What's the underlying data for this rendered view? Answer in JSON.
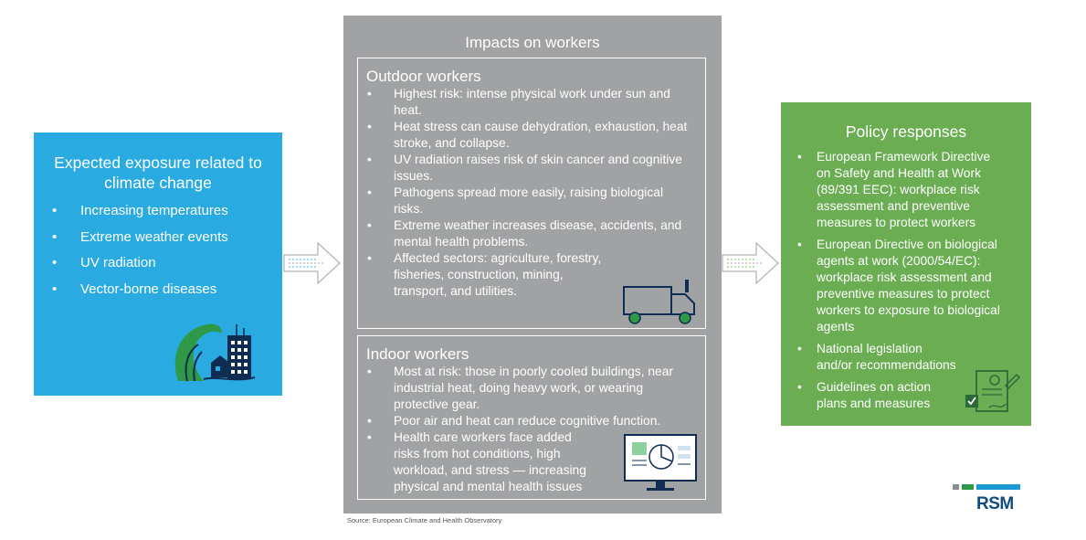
{
  "exposure": {
    "title": "Expected exposure related to climate change",
    "items": [
      "Increasing temperatures",
      "Extreme weather events",
      "UV radiation",
      "Vector-borne diseases"
    ]
  },
  "impacts": {
    "title": "Impacts on workers",
    "outdoor": {
      "title": "Outdoor workers",
      "items": [
        "Highest risk: intense physical work under sun and heat.",
        "Heat stress can cause dehydration, exhaustion, heat stroke, and collapse.",
        "UV radiation raises risk of skin cancer and cognitive issues.",
        "Pathogens spread more easily, raising biological risks.",
        "Extreme weather increases disease, accidents, and mental health problems.",
        "Affected sectors: agriculture, forestry, fisheries, construction, mining, transport, and utilities."
      ]
    },
    "indoor": {
      "title": "Indoor workers",
      "items": [
        "Most at risk: those in poorly cooled buildings, near industrial heat, doing heavy work, or wearing protective gear.",
        "Poor air and heat can reduce cognitive function.",
        "Health care workers face added risks from hot conditions, high workload, and stress — increasing physical and mental health issues"
      ]
    }
  },
  "policy": {
    "title": "Policy responses",
    "items": [
      "European Framework Directive on Safety and Health at Work (89/391 EEC): workplace risk assessment and preventive measures to protect workers",
      "European Directive on biological agents at work (2000/54/EC): workplace risk assessment and preventive measures to protect workers to exposure to biological agents",
      "National legislation and/or recommendations",
      "Guidelines on action plans and measures"
    ]
  },
  "source": "Source: European Climate and Health Observatory",
  "logo": {
    "text": "RSM"
  },
  "colors": {
    "exposure_bg": "#29abe2",
    "impacts_bg": "#a0a2a4",
    "policy_bg": "#6aad53",
    "logo_text": "#0f4c81",
    "icon_green": "#2e9a47",
    "icon_navy": "#0f2d52"
  },
  "icons": [
    "flood-icon",
    "truck-icon",
    "monitor-icon",
    "checklist-icon"
  ]
}
